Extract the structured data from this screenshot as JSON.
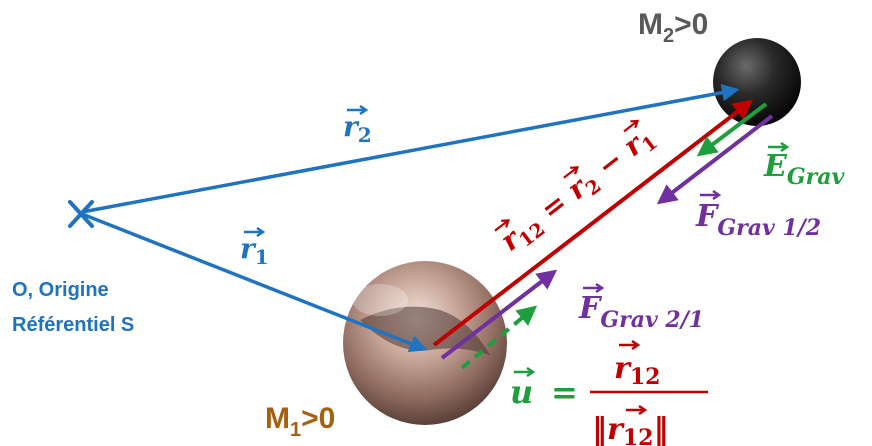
{
  "labels": {
    "m2": "M",
    "m2_sub": "2",
    "m2_tail": ">0",
    "m1": "M",
    "m1_sub": "1",
    "m1_tail": ">0",
    "origin_line1": "O, Origine",
    "origin_line2": "Référentiel S",
    "r2": "r",
    "r2_sub": "2",
    "r1": "r",
    "r1_sub": "1",
    "r12_lhs": "r",
    "r12_lhs_sub": "12",
    "r12_eq": " = ",
    "r12_a": "r",
    "r12_a_sub": "2",
    "r12_minus": " − ",
    "r12_b": "r",
    "r12_b_sub": "1",
    "egrav": "E",
    "egrav_sub": "Grav",
    "f12": "F",
    "f12_sub": "Grav 1/2",
    "f21": "F",
    "f21_sub": "Grav 2/1",
    "u": "u",
    "u_eq": "=",
    "u_num": "r",
    "u_num_sub": "12",
    "u_den_open": "‖",
    "u_den": "r",
    "u_den_sub": "12",
    "u_den_close": "‖",
    "origin_mark": "X"
  },
  "colors": {
    "blue": "#1f73c0",
    "red": "#c00000",
    "green": "#1e9e3c",
    "purple": "#7030a0",
    "gray": "#595959",
    "brown": "#a6600f"
  }
}
